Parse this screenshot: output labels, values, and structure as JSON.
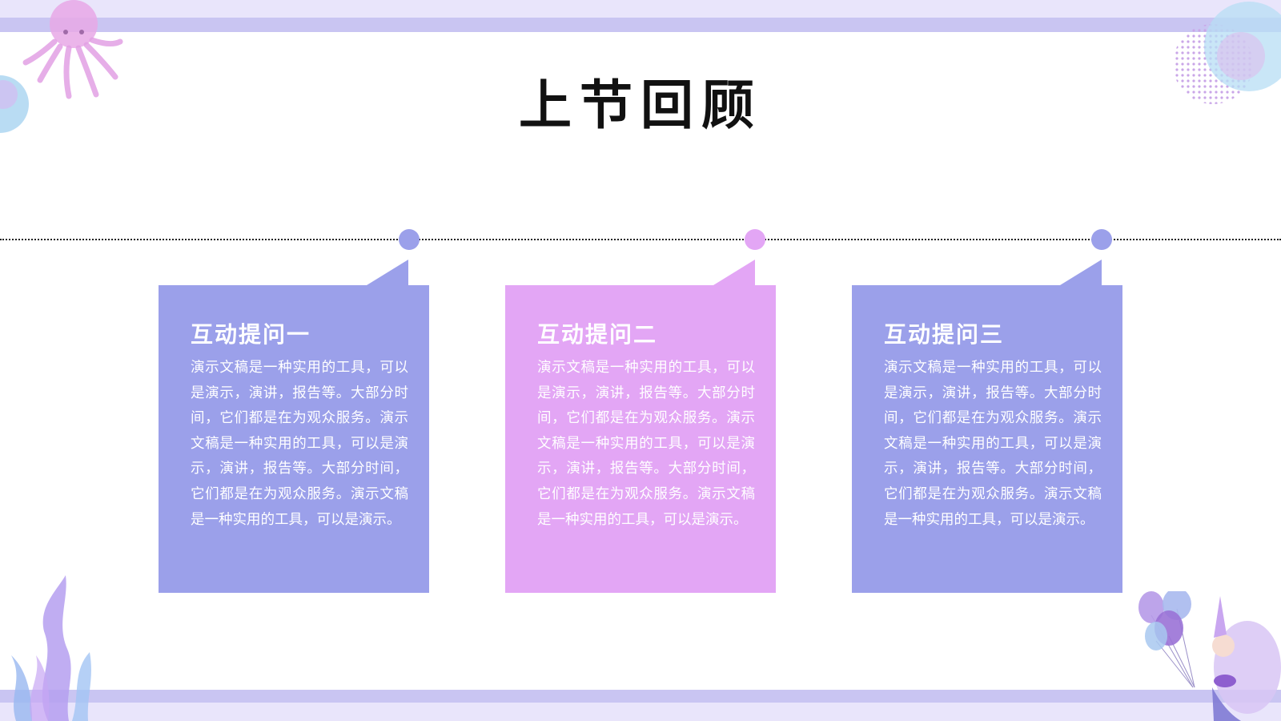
{
  "title": "上节回顾",
  "colors": {
    "lavender": "#9ba0ea",
    "pink": "#e3a6f5",
    "stripe": "#c9c5f2",
    "band": "#e9e5fb"
  },
  "cards": [
    {
      "heading": "互动提问一",
      "body": "演示文稿是一种实用的工具，可以是演示，演讲，报告等。大部分时间，它们都是在为观众服务。演示文稿是一种实用的工具，可以是演示，演讲，报告等。大部分时间，它们都是在为观众服务。演示文稿是一种实用的工具，可以是演示。",
      "color": "#9ba0ea"
    },
    {
      "heading": "互动提问二",
      "body": "演示文稿是一种实用的工具，可以是演示，演讲，报告等。大部分时间，它们都是在为观众服务。演示文稿是一种实用的工具，可以是演示，演讲，报告等。大部分时间，它们都是在为观众服务。演示文稿是一种实用的工具，可以是演示。",
      "color": "#e3a6f5"
    },
    {
      "heading": "互动提问三",
      "body": "演示文稿是一种实用的工具，可以是演示，演讲，报告等。大部分时间，它们都是在为观众服务。演示文稿是一种实用的工具，可以是演示，演讲，报告等。大部分时间，它们都是在为观众服务。演示文稿是一种实用的工具，可以是演示。",
      "color": "#9ba0ea"
    }
  ],
  "decorations": [
    "octopus-illustration",
    "bubble-illustration",
    "seaweed-illustration",
    "mermaid-balloons-illustration",
    "dotted-circle-illustration"
  ]
}
